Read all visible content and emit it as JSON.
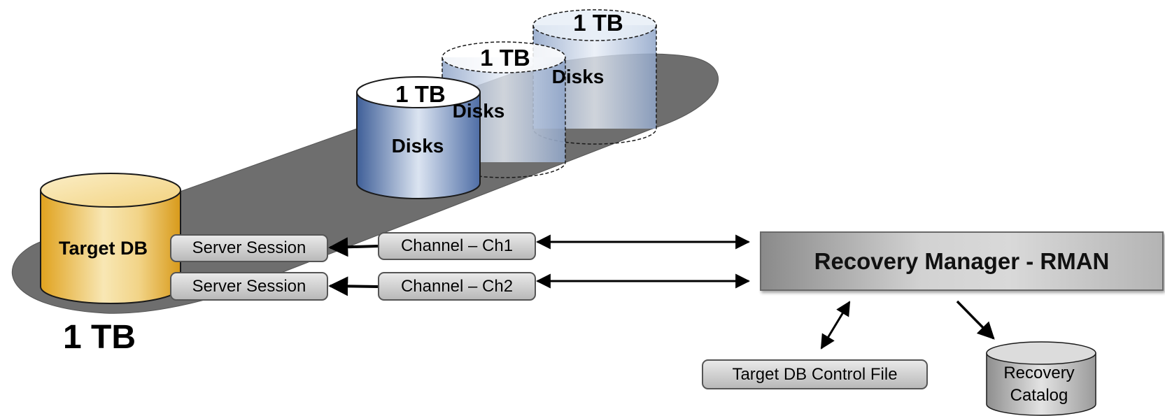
{
  "diagram": {
    "target_db": {
      "label": "Target DB",
      "size": "1 TB"
    },
    "disks": [
      {
        "size": "1 TB",
        "label": "Disks"
      },
      {
        "size": "1 TB",
        "label": "Disks"
      },
      {
        "size": "1 TB",
        "label": "Disks"
      }
    ],
    "sessions": [
      {
        "server_session": "Server Session",
        "channel": "Channel – Ch1"
      },
      {
        "server_session": "Server Session",
        "channel": "Channel – Ch2"
      }
    ],
    "rman": {
      "label": "Recovery Manager - RMAN"
    },
    "control_file": {
      "label": "Target DB Control File"
    },
    "recovery_catalog": {
      "line1": "Recovery",
      "line2": "Catalog"
    }
  },
  "colors": {
    "shadow_band": "#6e6e6e",
    "target_db": "#e8b53a",
    "disk_solid": "#5b79ad",
    "disk_faded": "#9fb3d3",
    "rman_box": "#cfcfcf",
    "pill": "#d0d0d0"
  }
}
